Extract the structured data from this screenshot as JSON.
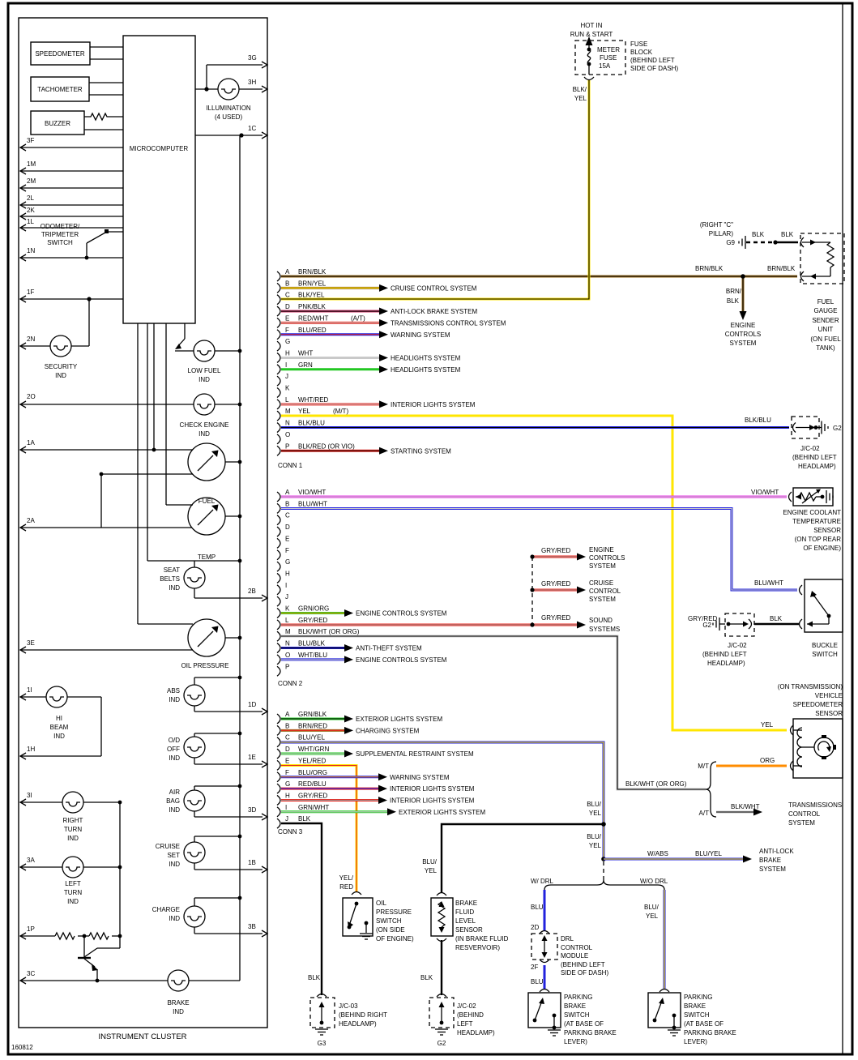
{
  "wire_colors": {
    "BLK": "#000000",
    "WHT": "#c9c9c9",
    "RED": "#e8251d",
    "GRN": "#23c723",
    "BLU": "#2222dd",
    "YEL": "#ffe600",
    "BRN": "#9a6d1f",
    "ORG": "#ff8c00",
    "VIO": "#e538e5",
    "PNK": "#d4386c",
    "GRY": "#9e9e9e"
  },
  "page": {
    "doc_number": "160812"
  },
  "cluster": {
    "title": "INSTRUMENT CLUSTER",
    "boxes": {
      "speedometer": "SPEEDOMETER",
      "tachometer": "TACHOMETER",
      "buzzer": "BUZZER",
      "microcomputer": "MICROCOMPUTER"
    },
    "illumination": {
      "l1": "ILLUMINATION",
      "l2": "(4 USED)"
    },
    "left_pins": {
      "p3F": "3F",
      "p1M": "1M",
      "p2M": "2M",
      "p2L": "2L",
      "p2K": "2K",
      "p1L": "1L",
      "p1N": "1N",
      "p1F": "1F",
      "p2N": "2N",
      "p2O": "2O",
      "p1A": "1A",
      "p2A": "2A",
      "p3E": "3E",
      "p1I": "1I",
      "p1H": "1H",
      "p3I": "3I",
      "p3A": "3A",
      "p1P": "1P",
      "p3C": "3C"
    },
    "right_pins": {
      "p3G": "3G",
      "p3H": "3H",
      "p1C": "1C",
      "p2B": "2B",
      "p1D": "1D",
      "p1E": "1E",
      "p3D": "3D",
      "p1B": "1B",
      "p3B": "3B"
    },
    "odometer_switch": [
      "ODOMETER/",
      "TRIPMETER",
      "SWITCH"
    ],
    "security": [
      "SECURITY",
      "IND"
    ],
    "low_fuel": [
      "LOW FUEL",
      "IND"
    ],
    "check_engine": [
      "CHECK ENGINE",
      "IND"
    ],
    "fuel": "FUEL",
    "temp": "TEMP",
    "seat_belts": [
      "SEAT",
      "BELTS",
      "IND"
    ],
    "oil_pressure": "OIL PRESSURE",
    "abs": [
      "ABS",
      "IND"
    ],
    "hi_beam": [
      "HI",
      "BEAM",
      "IND"
    ],
    "od_off": [
      "O/D",
      "OFF",
      "IND"
    ],
    "air_bag": [
      "AIR",
      "BAG",
      "IND"
    ],
    "right_turn": [
      "RIGHT",
      "TURN",
      "IND"
    ],
    "left_turn": [
      "LEFT",
      "TURN",
      "IND"
    ],
    "cruise_set": [
      "CRUISE",
      "SET",
      "IND"
    ],
    "charge": [
      "CHARGE",
      "IND"
    ],
    "brake": [
      "BRAKE",
      "IND"
    ]
  },
  "fuse": {
    "hot": [
      "HOT IN",
      "RUN & START"
    ],
    "name": [
      "METER",
      "FUSE",
      "15A"
    ],
    "block": [
      "FUSE",
      "BLOCK",
      "(BEHIND LEFT",
      "SIDE OF DASH)"
    ],
    "wire": [
      "BLK/",
      "YEL"
    ]
  },
  "conn1": {
    "label": "CONN 1",
    "pins": [
      {
        "id": "A",
        "wire": "BRN/BLK"
      },
      {
        "id": "B",
        "wire": "BRN/YEL",
        "dest": "CRUISE CONTROL SYSTEM"
      },
      {
        "id": "C",
        "wire": "BLK/YEL"
      },
      {
        "id": "D",
        "wire": "PNK/BLK",
        "dest": "ANTI-LOCK BRAKE SYSTEM"
      },
      {
        "id": "E",
        "wire": "RED/WHT",
        "note": "(A/T)",
        "dest": "TRANSMISSIONS CONTROL SYSTEM"
      },
      {
        "id": "F",
        "wire": "BLU/RED",
        "dest": "WARNING SYSTEM"
      },
      {
        "id": "G"
      },
      {
        "id": "H",
        "wire": "WHT",
        "dest": "HEADLIGHTS SYSTEM"
      },
      {
        "id": "I",
        "wire": "GRN",
        "dest": "HEADLIGHTS SYSTEM"
      },
      {
        "id": "J"
      },
      {
        "id": "K"
      },
      {
        "id": "L",
        "wire": "WHT/RED",
        "dest": "INTERIOR LIGHTS SYSTEM"
      },
      {
        "id": "M",
        "wire": "YEL",
        "note": "(M/T)"
      },
      {
        "id": "N",
        "wire": "BLK/BLU"
      },
      {
        "id": "O"
      },
      {
        "id": "P",
        "wire": "BLK/RED (OR VIO)",
        "dest": "STARTING SYSTEM"
      }
    ]
  },
  "conn2": {
    "label": "CONN 2",
    "pins": [
      {
        "id": "A",
        "wire": "VIO/WHT"
      },
      {
        "id": "B",
        "wire": "BLU/WHT"
      },
      {
        "id": "C"
      },
      {
        "id": "D"
      },
      {
        "id": "E"
      },
      {
        "id": "F"
      },
      {
        "id": "G"
      },
      {
        "id": "H"
      },
      {
        "id": "I"
      },
      {
        "id": "J"
      },
      {
        "id": "K",
        "wire": "GRN/ORG",
        "dest": "ENGINE CONTROLS SYSTEM"
      },
      {
        "id": "L",
        "wire": "GRY/RED"
      },
      {
        "id": "M",
        "wire": "BLK/WHT (OR ORG)"
      },
      {
        "id": "N",
        "wire": "BLU/BLK",
        "dest": "ANTI-THEFT SYSTEM"
      },
      {
        "id": "O",
        "wire": "WHT/BLU",
        "dest": "ENGINE CONTROLS SYSTEM"
      },
      {
        "id": "P"
      }
    ]
  },
  "conn3": {
    "label": "CONN 3",
    "pins": [
      {
        "id": "A",
        "wire": "GRN/BLK",
        "dest": "EXTERIOR LIGHTS SYSTEM"
      },
      {
        "id": "B",
        "wire": "BRN/RED",
        "dest": "CHARGING SYSTEM"
      },
      {
        "id": "C",
        "wire": "BLU/YEL"
      },
      {
        "id": "D",
        "wire": "WHT/GRN",
        "dest": "SUPPLEMENTAL RESTRAINT SYSTEM"
      },
      {
        "id": "E",
        "wire": "YEL/RED"
      },
      {
        "id": "F",
        "wire": "BLU/ORG",
        "dest": "WARNING SYSTEM"
      },
      {
        "id": "G",
        "wire": "RED/BLU",
        "dest": "INTERIOR LIGHTS SYSTEM"
      },
      {
        "id": "H",
        "wire": "GRY/RED",
        "dest": "INTERIOR LIGHTS SYSTEM"
      },
      {
        "id": "I",
        "wire": "GRN/WHT",
        "dest": "EXTERIOR LIGHTS SYSTEM"
      },
      {
        "id": "J",
        "wire": "BLK"
      }
    ]
  },
  "right": {
    "g9": {
      "loc": [
        "(RIGHT \"C\"",
        "PILLAR)"
      ],
      "name": "G9",
      "wire1": "BLK",
      "wire2": "BLK"
    },
    "sender": {
      "wire_mid": "BRN/BLK",
      "wire_right": "BRN/BLK",
      "drop": [
        "BRN/",
        "BLK"
      ],
      "dest": [
        "ENGINE",
        "CONTROLS",
        "SYSTEM"
      ],
      "label": [
        "FUEL",
        "GAUGE",
        "SENDER",
        "UNIT",
        "(ON FUEL",
        "TANK)"
      ]
    },
    "jc02_top": {
      "wire": "BLK/BLU",
      "ground": "G2",
      "label": [
        "J/C-02",
        "(BEHIND LEFT",
        "HEADLAMP)"
      ]
    },
    "coolant": {
      "wire": "VIO/WHT",
      "label": [
        "ENGINE COOLANT",
        "TEMPERATURE",
        "SENSOR",
        "(ON TOP REAR",
        "OF ENGINE)"
      ]
    },
    "gry_red": {
      "w_main": "GRY/RED",
      "w1": "GRY/RED",
      "d1": [
        "ENGINE",
        "CONTROLS",
        "SYSTEM"
      ],
      "w2": "GRY/RED",
      "d2": [
        "CRUISE",
        "CONTROL",
        "SYSTEM"
      ],
      "w3": "GRY/RED",
      "d3": [
        "SOUND",
        "SYSTEMS"
      ]
    },
    "buckle": {
      "wire_top": "BLU/WHT",
      "wire_bot": "BLK",
      "label": [
        "BUCKLE",
        "SWITCH"
      ],
      "jc": [
        "J/C-02",
        "(BEHIND LEFT",
        "HEADLAMP)"
      ],
      "ground": "G2"
    },
    "vss": {
      "loc": "(ON TRANSMISSION)",
      "label": [
        "VEHICLE",
        "SPEEDOMETER",
        "SENSOR"
      ],
      "yel": "YEL",
      "org": "ORG",
      "mt": "M/T",
      "at": "A/T",
      "mwire": "BLK/WHT (OR ORG)",
      "at_wire": "BLK/WHT",
      "dest": [
        "TRANSMISSIONS",
        "CONTROL",
        "SYSTEM"
      ]
    },
    "abs_out": {
      "tag": "W/ABS",
      "wire": "BLU/YEL",
      "dest": [
        "ANTI-LOCK",
        "BRAKE",
        "SYSTEM"
      ],
      "v1": [
        "BLU/",
        "YEL"
      ],
      "v2": [
        "BLU/",
        "YEL"
      ]
    }
  },
  "bottom": {
    "oil_switch": {
      "wire": [
        "YEL/",
        "RED"
      ],
      "label": [
        "OIL",
        "PRESSURE",
        "SWITCH",
        "(ON SIDE",
        "OF ENGINE)"
      ]
    },
    "jc03": {
      "wire": "BLK",
      "label": [
        "J/C-03",
        "(BEHIND RIGHT",
        "HEADLAMP)"
      ],
      "ground": "G3"
    },
    "brake_fluid": {
      "wire_top": [
        "BLU/",
        "YEL"
      ],
      "label": [
        "BRAKE",
        "FLUID",
        "LEVEL",
        "SENSOR",
        "(IN BRAKE FLUID",
        "RESVERVOIR)"
      ],
      "wire_bot": "BLK",
      "jc": [
        "J/C-02",
        "(BEHIND",
        "LEFT",
        "HEADLAMP)"
      ],
      "ground": "G2"
    },
    "drl": {
      "w": "W/ DRL",
      "wo": "W/O DRL",
      "blu1": "BLU",
      "p2d": "2D",
      "p2f": "2F",
      "blu2": "BLU",
      "module": [
        "DRL",
        "CONTROL",
        "MODULE",
        "(BEHIND LEFT",
        "SIDE OF DASH)"
      ],
      "right_wire": [
        "BLU/",
        "YEL"
      ]
    },
    "park1": [
      "PARKING",
      "BRAKE",
      "SWITCH",
      "(AT BASE OF",
      "PARKING BRAKE",
      "LEVER)"
    ],
    "park2": [
      "PARKING",
      "BRAKE",
      "SWITCH",
      "(AT BASE OF",
      "PARKING BRAKE",
      "LEVER)"
    ]
  }
}
